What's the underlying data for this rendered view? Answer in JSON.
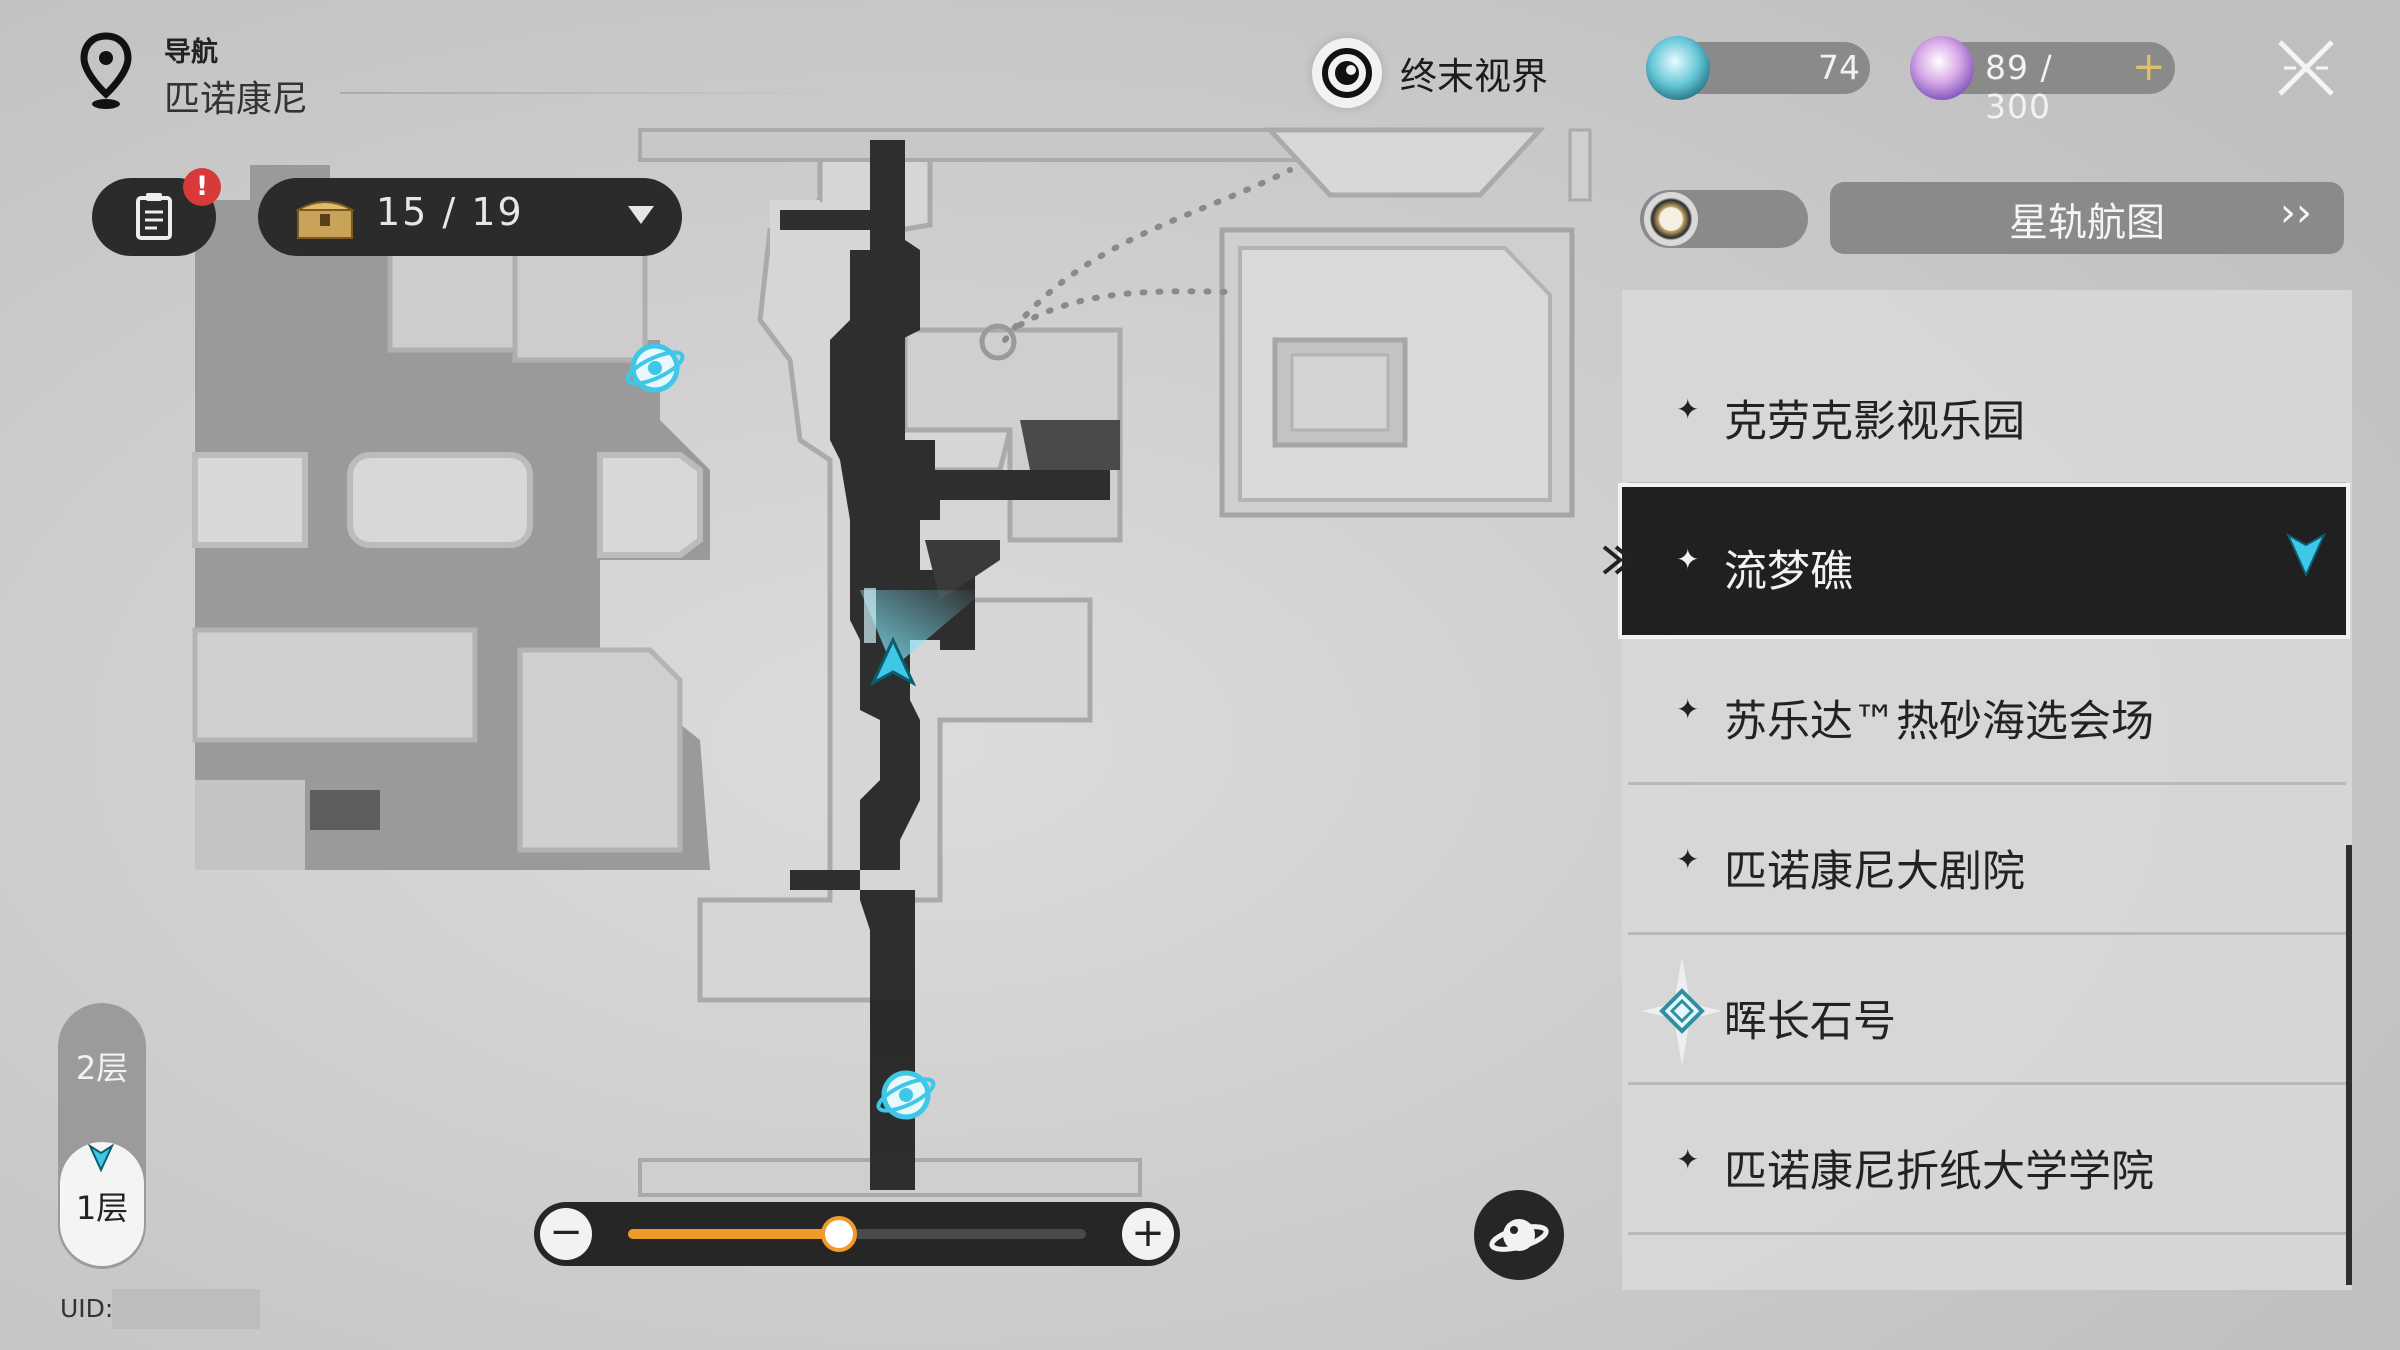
{
  "nav": {
    "label": "导航",
    "region": "匹诺康尼"
  },
  "world": {
    "name": "终末视界",
    "icon": "eye-circle-icon"
  },
  "resources": [
    {
      "icon": "trailblaze-power-icon",
      "value": "74"
    },
    {
      "icon": "stellar-jade-icon",
      "value": "89 / 300",
      "add": "+"
    }
  ],
  "chests": {
    "value": "15 / 19"
  },
  "mission_badge": "!",
  "star_rail_map": {
    "label": "星轨航图"
  },
  "locations": [
    {
      "name": "克劳克影视乐园",
      "type": "area"
    },
    {
      "name": "流梦礁",
      "type": "area",
      "selected": true
    },
    {
      "name": "苏乐达™热砂海选会场",
      "type": "area"
    },
    {
      "name": "匹诺康尼大剧院",
      "type": "area"
    },
    {
      "name": "晖长石号",
      "type": "ship"
    },
    {
      "name": "匹诺康尼折纸大学学院",
      "type": "area"
    }
  ],
  "floors": {
    "upper": "2层",
    "current": "1层"
  },
  "zoom": {
    "minus": "−",
    "plus": "+",
    "level": 0.46
  },
  "uid": {
    "label": "UID:",
    "value": ""
  },
  "colors": {
    "accent": "#3ec7e6",
    "zoom": "#f09a2a",
    "dark": "#262626",
    "badge": "#d83a3a"
  }
}
